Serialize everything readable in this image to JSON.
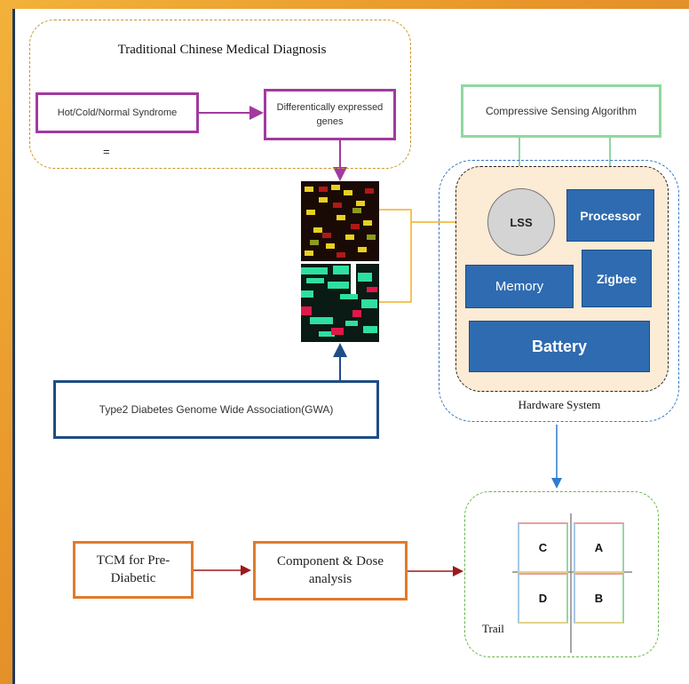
{
  "tcm_diagnosis": {
    "title": "Traditional Chinese Medical Diagnosis",
    "syndrome_box": "Hot/Cold/Normal Syndrome",
    "genes_box": "Differentically expressed genes",
    "mark": "="
  },
  "algorithm": {
    "label": "Compressive Sensing Algorithm"
  },
  "hardware": {
    "label": "Hardware System",
    "lss": "LSS",
    "processor": "Processor",
    "zigbee": "Zigbee",
    "memory": "Memory",
    "battery": "Battery"
  },
  "gwa": {
    "label": "Type2 Diabetes Genome Wide Association(GWA)"
  },
  "bottom_flow": {
    "tcm_pre": "TCM for Pre-Diabetic",
    "component": "Component & Dose analysis"
  },
  "trail": {
    "label": "Trail",
    "quadrants": [
      "C",
      "A",
      "D",
      "B"
    ]
  },
  "colors": {
    "purple": "#a23aa0",
    "green": "#8fd8a0",
    "blue": "#2e6bb0",
    "orange": "#e07b2c",
    "dark_red_arrow": "#9b1b1b",
    "yellow_arrow": "#f0b020"
  }
}
